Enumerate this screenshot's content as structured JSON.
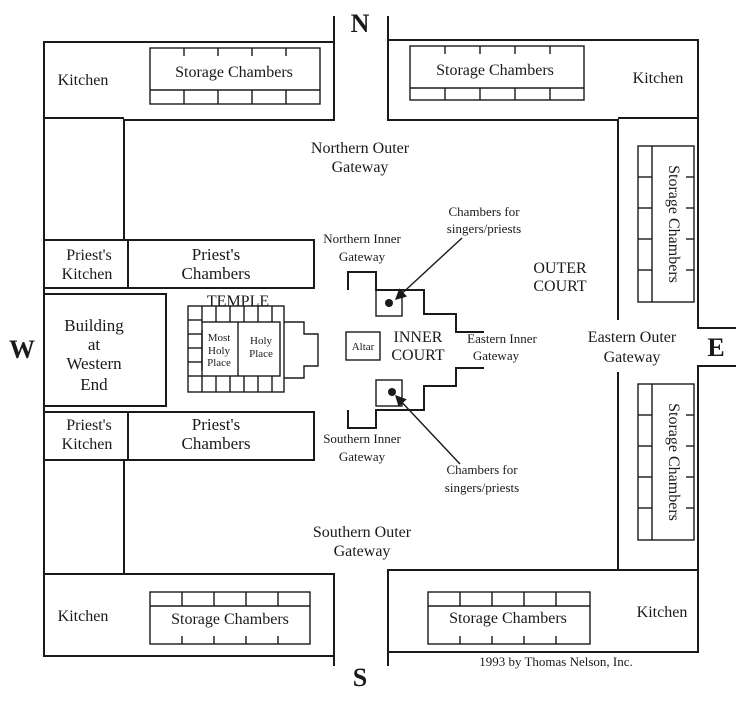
{
  "compass": {
    "north": "N",
    "south": "S",
    "east": "E",
    "west": "W"
  },
  "rooms": {
    "kitchen_nw": "Kitchen",
    "kitchen_ne": "Kitchen",
    "kitchen_sw": "Kitchen",
    "kitchen_se": "Kitchen",
    "storage_north_west": "Storage Chambers",
    "storage_north_east": "Storage Chambers",
    "storage_south_west": "Storage Chambers",
    "storage_south_east": "Storage Chambers",
    "storage_east_upper": "Storage Chambers",
    "storage_east_lower": "Storage Chambers",
    "priests_kitchen": [
      "Priest's",
      "Kitchen"
    ],
    "priests_chambers": [
      "Priest's",
      "Chambers"
    ],
    "building_western_end": [
      "Building",
      "at",
      "Western",
      "End"
    ],
    "temple": "TEMPLE",
    "most_holy_place": [
      "Most",
      "Holy",
      "Place"
    ],
    "holy_place": [
      "Holy",
      "Place"
    ],
    "altar": "Altar"
  },
  "courts": {
    "inner": [
      "INNER",
      "COURT"
    ],
    "outer": [
      "OUTER",
      "COURT"
    ]
  },
  "gateways": {
    "northern_outer": [
      "Northern Outer",
      "Gateway"
    ],
    "southern_outer": [
      "Southern Outer",
      "Gateway"
    ],
    "eastern_outer": [
      "Eastern Outer",
      "Gateway"
    ],
    "northern_inner": [
      "Northern Inner",
      "Gateway"
    ],
    "southern_inner": [
      "Southern Inner",
      "Gateway"
    ],
    "eastern_inner": [
      "Eastern Inner",
      "Gateway"
    ]
  },
  "annotations": {
    "chambers_north": [
      "Chambers for",
      "singers/priests"
    ],
    "chambers_south": [
      "Chambers for",
      "singers/priests"
    ]
  },
  "copyright": "1993 by Thomas Nelson, Inc."
}
